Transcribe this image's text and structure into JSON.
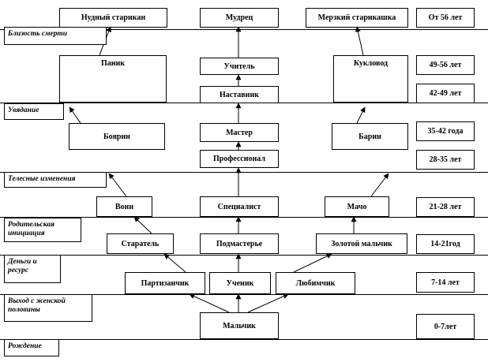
{
  "stages": {
    "row1": [
      "Нудный старикан",
      "Мудрец",
      "Мерзкий старикашка"
    ],
    "row2": [
      "Паник",
      "Учитель",
      "Кукловод"
    ],
    "row2b": [
      "Наставник"
    ],
    "row3": [
      "Боярин",
      "Мастер",
      "Барин"
    ],
    "row3b": [
      "Профессионал"
    ],
    "row4": [
      "Воин",
      "Специалист",
      "Мачо"
    ],
    "row5": [
      "Старатель",
      "Подмастерье",
      "Золотой мальчик"
    ],
    "row6": [
      "Партизанчик",
      "Ученик",
      "Любимчик"
    ],
    "row7": [
      "Мальчик"
    ]
  },
  "ages": [
    "От 56 лет",
    "49-56 лет",
    "42-49 лет",
    "35-42 года",
    "28-35 лет",
    "21-28 лет",
    "14-21год",
    "7-14 лет",
    "0-7лет"
  ],
  "transitions": [
    "Близость смерти",
    "Увядание",
    "Телесные изменения",
    "Родительская инициация",
    "Деньги и ресурс",
    "Выход с женской половины",
    "Рождение"
  ]
}
